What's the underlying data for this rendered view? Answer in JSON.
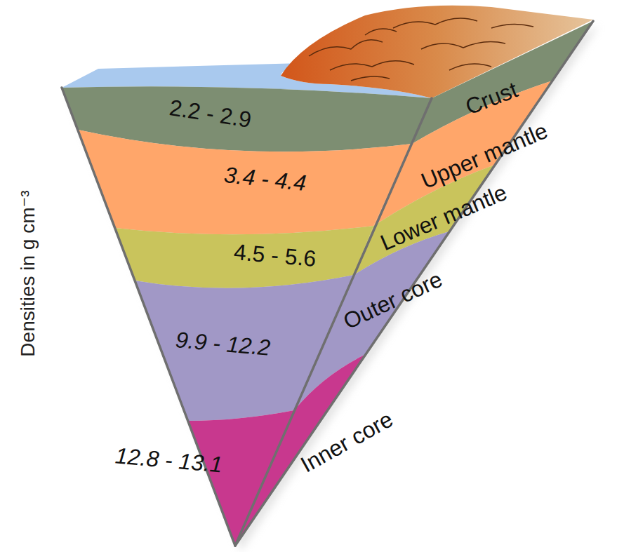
{
  "diagram": {
    "nodes": [
      {
        "text": [
          "2.2 - 2.9",
          "Crust"
        ]
      },
      {
        "text": [
          "3.4 - 4.4",
          "Upper mantle"
        ]
      },
      {
        "text": [
          "4.5 - 5.6",
          "Lower mantle"
        ]
      },
      {
        "text": [
          "9.9 - 12.2",
          "Outer core"
        ]
      },
      {
        "text": [
          "12.8 - 13.1",
          "Inner core"
        ]
      }
    ],
    "labels": [
      "Densities in g cm⁻³"
    ]
  }
}
